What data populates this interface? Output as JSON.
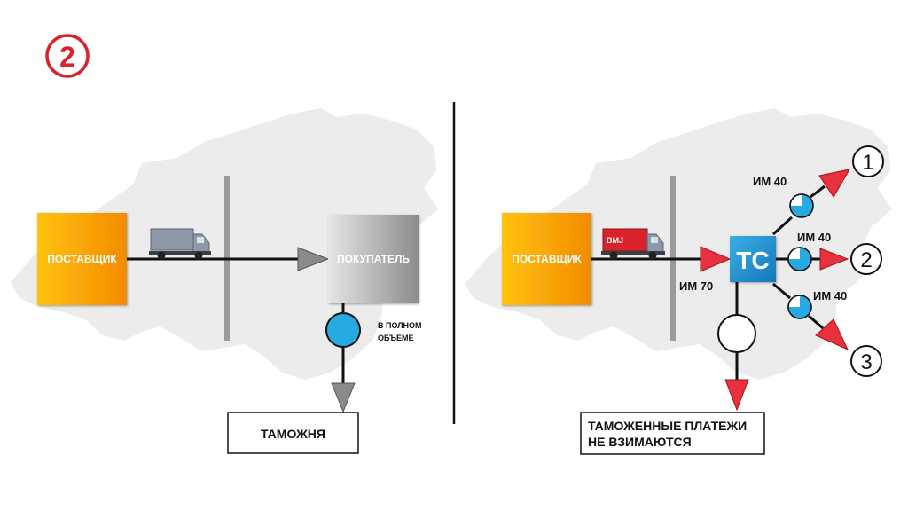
{
  "step_badge": "2",
  "left": {
    "supplier": "ПОСТАВЩИК",
    "buyer": "ПОКУПАТЕЛЬ",
    "payment_note_line1": "В ПОЛНОМ",
    "payment_note_line2": "ОБЪЁМЕ",
    "customs": "ТАМОЖНЯ"
  },
  "right": {
    "supplier": "ПОСТАВЩИК",
    "warehouse": "ТС",
    "truck_logo": "BMJ",
    "import_main": "ИМ 70",
    "branch_labels": [
      "ИМ 40",
      "ИМ 40",
      "ИМ 40"
    ],
    "destinations": [
      "1",
      "2",
      "3"
    ],
    "customs_line1": "ТАМОЖЕННЫЕ ПЛАТЕЖИ",
    "customs_line2": "НЕ ВЗИМАЮТСЯ"
  },
  "colors": {
    "badge_red": "#d8232a",
    "supplier_gradient_start": "#ffc20e",
    "supplier_gradient_end": "#f28c00",
    "buyer_gradient_start": "#e5e5e5",
    "buyer_gradient_end": "#8c8c8c",
    "warehouse_blue": "#1e8fcf",
    "arrow_red": "#e8313e",
    "arrow_gray": "#8a8a8a",
    "circle_blue": "#27aae1",
    "map_gray": "#ececec"
  }
}
